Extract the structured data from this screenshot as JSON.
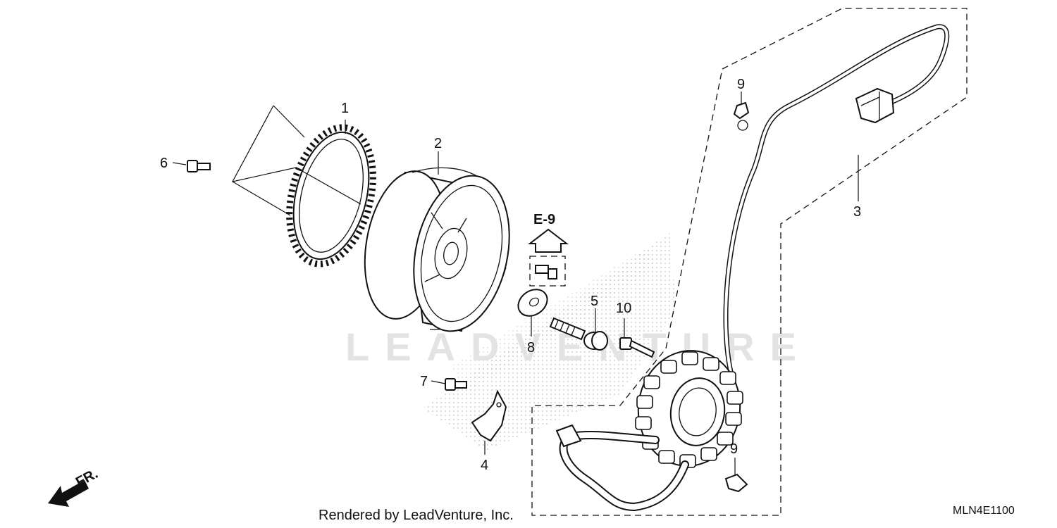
{
  "callouts": {
    "c1": "1",
    "c2": "2",
    "c3": "3",
    "c4": "4",
    "c5": "5",
    "c6": "6",
    "c7": "7",
    "c8": "8",
    "c9a": "9",
    "c9b": "9",
    "c10": "10"
  },
  "reference": {
    "label": "E-9"
  },
  "direction": {
    "label": "FR."
  },
  "footer": {
    "credit": "Rendered by LeadVenture, Inc.",
    "code": "MLN4E1100"
  },
  "watermark": {
    "text": "LEADVENTURE"
  },
  "colors": {
    "line": "#111111",
    "dots": "#c8c8c8",
    "watermark": "#e3e3e3"
  }
}
